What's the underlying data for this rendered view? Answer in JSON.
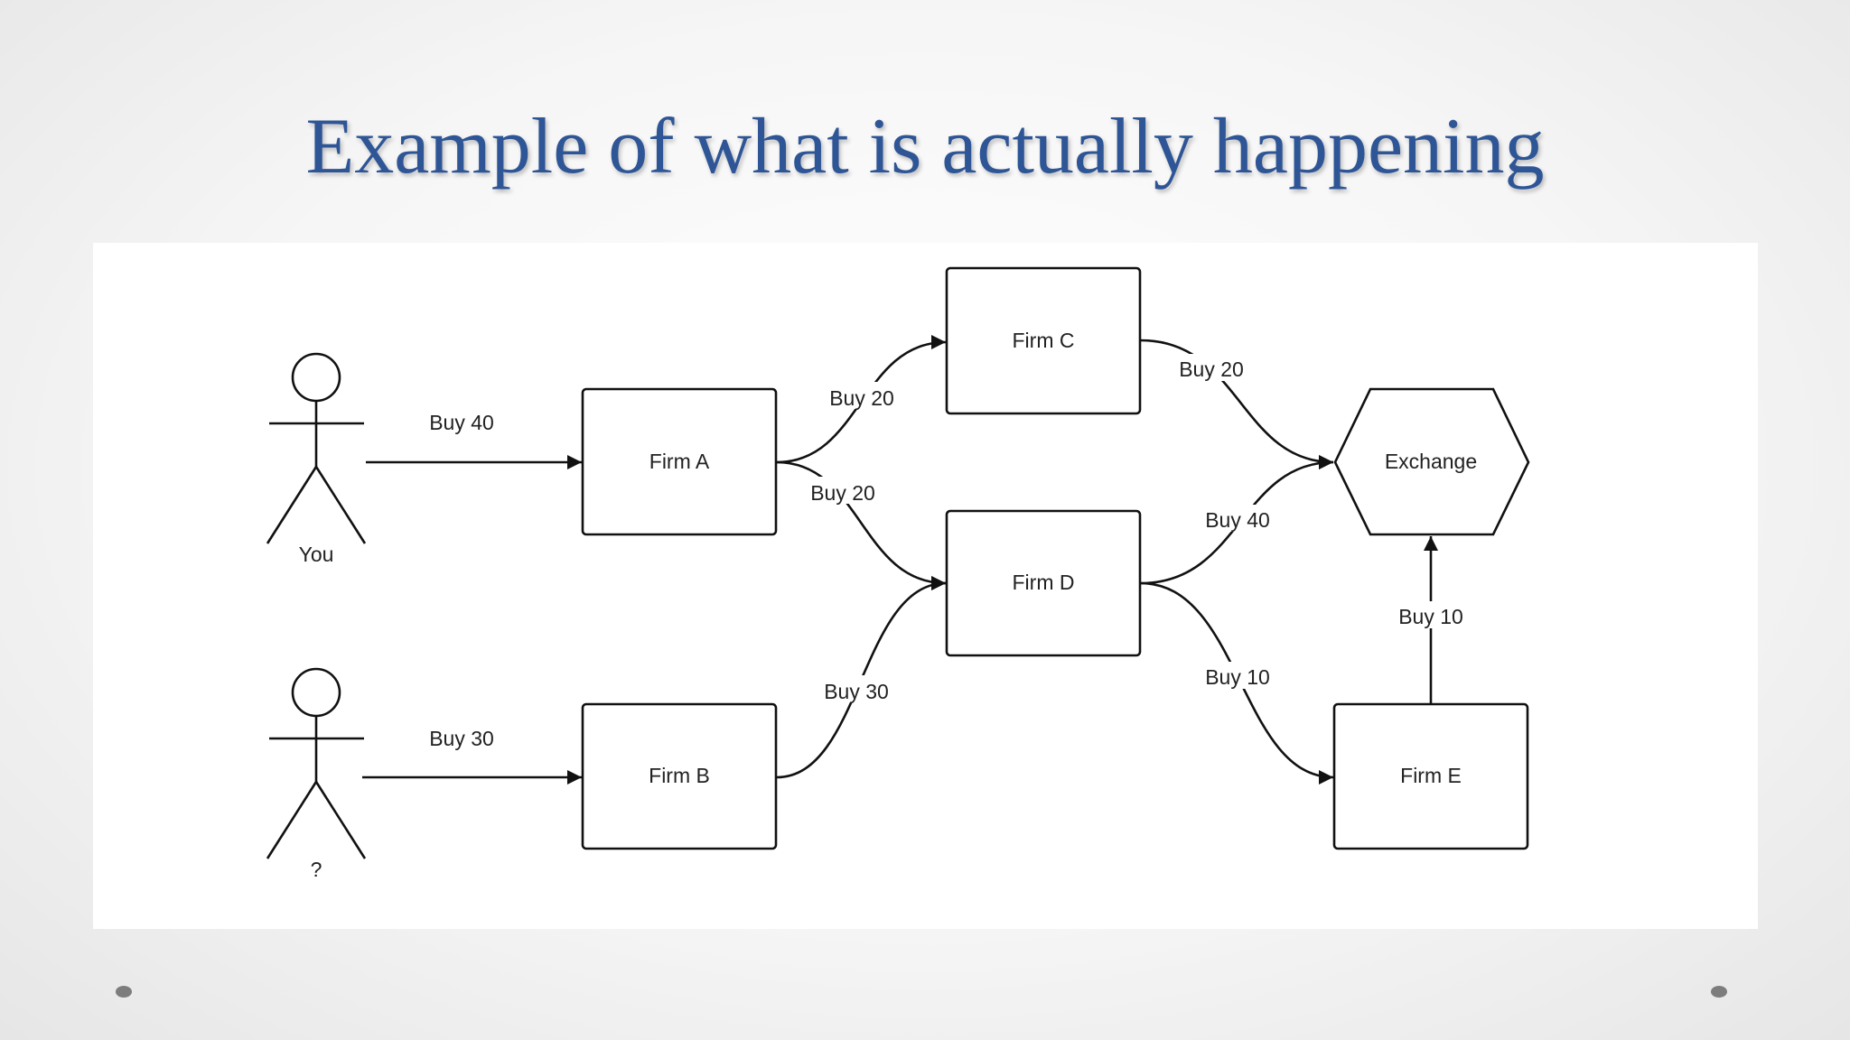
{
  "slide": {
    "title": "Example of what is actually happening"
  },
  "diagram": {
    "actors": [
      {
        "id": "you",
        "label": "You"
      },
      {
        "id": "unknown",
        "label": "?"
      }
    ],
    "nodes": [
      {
        "id": "firm-a",
        "label": "Firm A",
        "shape": "rectangle"
      },
      {
        "id": "firm-b",
        "label": "Firm B",
        "shape": "rectangle"
      },
      {
        "id": "firm-c",
        "label": "Firm C",
        "shape": "rectangle"
      },
      {
        "id": "firm-d",
        "label": "Firm D",
        "shape": "rectangle"
      },
      {
        "id": "firm-e",
        "label": "Firm E",
        "shape": "rectangle"
      },
      {
        "id": "exchange",
        "label": "Exchange",
        "shape": "hexagon"
      }
    ],
    "edges": [
      {
        "from": "you",
        "to": "firm-a",
        "label": "Buy 40"
      },
      {
        "from": "unknown",
        "to": "firm-b",
        "label": "Buy 30"
      },
      {
        "from": "firm-a",
        "to": "firm-c",
        "label": "Buy 20"
      },
      {
        "from": "firm-a",
        "to": "firm-d",
        "label": "Buy 20"
      },
      {
        "from": "firm-b",
        "to": "firm-d",
        "label": "Buy 30"
      },
      {
        "from": "firm-c",
        "to": "exchange",
        "label": "Buy 20"
      },
      {
        "from": "firm-d",
        "to": "exchange",
        "label": "Buy 40"
      },
      {
        "from": "firm-d",
        "to": "firm-e",
        "label": "Buy 10"
      },
      {
        "from": "firm-e",
        "to": "exchange",
        "label": "Buy 10"
      }
    ]
  }
}
